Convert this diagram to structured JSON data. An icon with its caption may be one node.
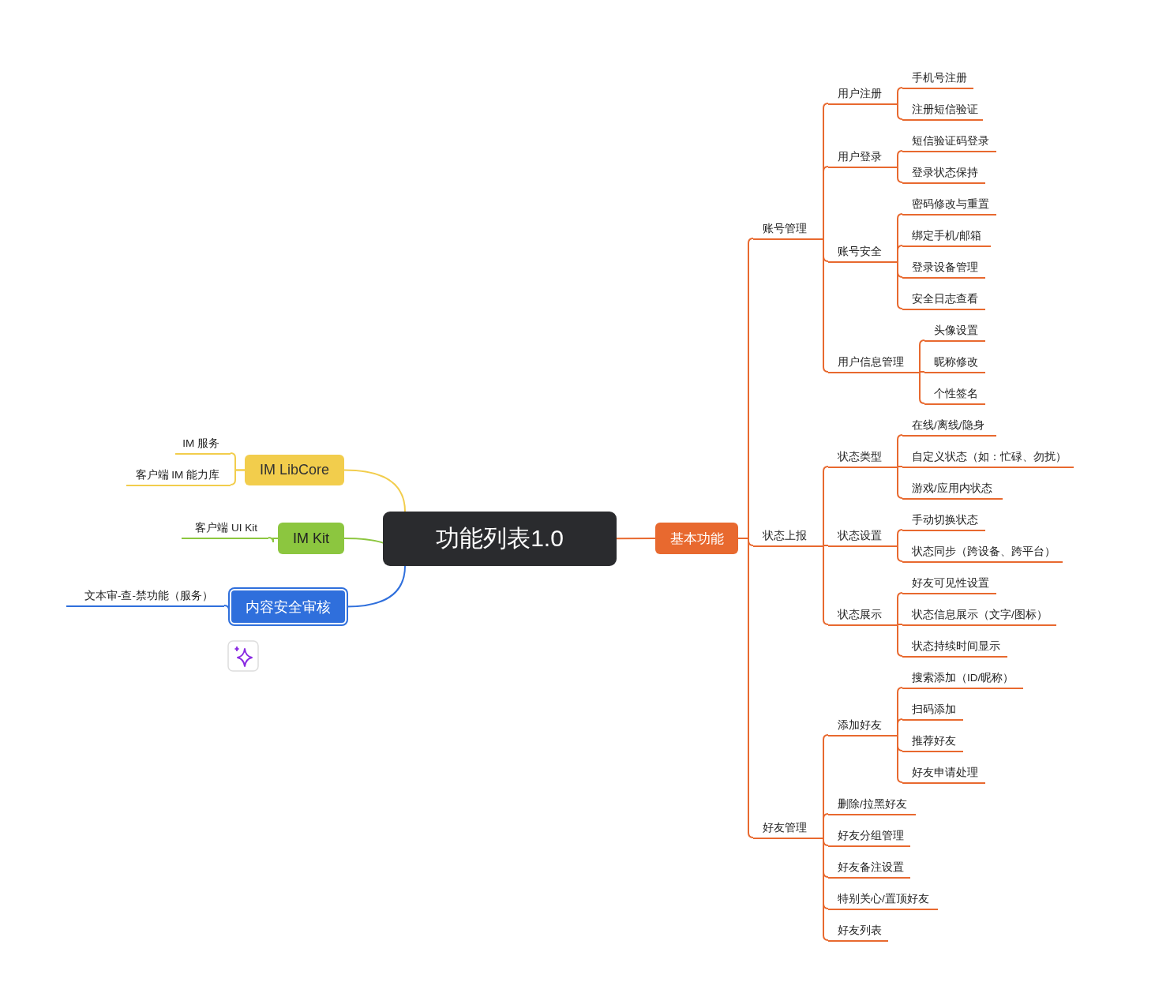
{
  "diagram": {
    "nodes": [
      {
        "text": [
          "功能列表1.0"
        ]
      },
      {
        "text": [
          "基本功能"
        ]
      },
      {
        "text": [
          "账号管理"
        ]
      },
      {
        "text": [
          "用户注册"
        ]
      },
      {
        "text": [
          "手机号注册"
        ]
      },
      {
        "text": [
          "注册短信验证"
        ]
      },
      {
        "text": [
          "用户登录"
        ]
      },
      {
        "text": [
          "短信验证码登录"
        ]
      },
      {
        "text": [
          "登录状态保持"
        ]
      },
      {
        "text": [
          "账号安全"
        ]
      },
      {
        "text": [
          "密码修改与重置"
        ]
      },
      {
        "text": [
          "绑定手机/邮箱"
        ]
      },
      {
        "text": [
          "登录设备管理"
        ]
      },
      {
        "text": [
          "安全日志查看"
        ]
      },
      {
        "text": [
          "用户信息管理"
        ]
      },
      {
        "text": [
          "头像设置"
        ]
      },
      {
        "text": [
          "昵称修改"
        ]
      },
      {
        "text": [
          "个性签名"
        ]
      },
      {
        "text": [
          "状态上报"
        ]
      },
      {
        "text": [
          "状态类型"
        ]
      },
      {
        "text": [
          "在线/离线/隐身"
        ]
      },
      {
        "text": [
          "自定义状态（如：忙碌、勿扰）"
        ]
      },
      {
        "text": [
          "游戏/应用内状态"
        ]
      },
      {
        "text": [
          "状态设置"
        ]
      },
      {
        "text": [
          "手动切换状态"
        ]
      },
      {
        "text": [
          "状态同步（跨设备、跨平台）"
        ]
      },
      {
        "text": [
          "状态展示"
        ]
      },
      {
        "text": [
          "好友可见性设置"
        ]
      },
      {
        "text": [
          "状态信息展示（文字/图标）"
        ]
      },
      {
        "text": [
          "状态持续时间显示"
        ]
      },
      {
        "text": [
          "好友管理"
        ]
      },
      {
        "text": [
          "添加好友"
        ]
      },
      {
        "text": [
          "搜索添加（ID/昵称）"
        ]
      },
      {
        "text": [
          "扫码添加"
        ]
      },
      {
        "text": [
          "推荐好友"
        ]
      },
      {
        "text": [
          "好友申请处理"
        ]
      },
      {
        "text": [
          "删除/拉黑好友"
        ]
      },
      {
        "text": [
          "好友分组管理"
        ]
      },
      {
        "text": [
          "好友备注设置"
        ]
      },
      {
        "text": [
          "特别关心/置顶好友"
        ]
      },
      {
        "text": [
          "好友列表"
        ]
      },
      {
        "text": [
          "IM LibCore"
        ]
      },
      {
        "text": [
          "IM 服务"
        ]
      },
      {
        "text": [
          "客户端 IM 能力库"
        ]
      },
      {
        "text": [
          "IM Kit"
        ]
      },
      {
        "text": [
          "客户端 UI Kit"
        ]
      },
      {
        "text": [
          "内容安全审核"
        ]
      },
      {
        "text": [
          "文本审-查-禁功能（服务）"
        ]
      }
    ],
    "edges": [
      {
        "from": 0,
        "to": 1,
        "arrow": "none"
      },
      {
        "from": 1,
        "to": 2,
        "arrow": "none"
      },
      {
        "from": 2,
        "to": 3,
        "arrow": "none"
      },
      {
        "from": 3,
        "to": 4,
        "arrow": "none"
      },
      {
        "from": 3,
        "to": 5,
        "arrow": "none"
      },
      {
        "from": 2,
        "to": 6,
        "arrow": "none"
      },
      {
        "from": 6,
        "to": 7,
        "arrow": "none"
      },
      {
        "from": 6,
        "to": 8,
        "arrow": "none"
      },
      {
        "from": 2,
        "to": 9,
        "arrow": "none"
      },
      {
        "from": 9,
        "to": 10,
        "arrow": "none"
      },
      {
        "from": 9,
        "to": 11,
        "arrow": "none"
      },
      {
        "from": 9,
        "to": 12,
        "arrow": "none"
      },
      {
        "from": 9,
        "to": 13,
        "arrow": "none"
      },
      {
        "from": 2,
        "to": 14,
        "arrow": "none"
      },
      {
        "from": 14,
        "to": 15,
        "arrow": "none"
      },
      {
        "from": 14,
        "to": 16,
        "arrow": "none"
      },
      {
        "from": 14,
        "to": 17,
        "arrow": "none"
      },
      {
        "from": 1,
        "to": 18,
        "arrow": "none"
      },
      {
        "from": 18,
        "to": 19,
        "arrow": "none"
      },
      {
        "from": 19,
        "to": 20,
        "arrow": "none"
      },
      {
        "from": 19,
        "to": 21,
        "arrow": "none"
      },
      {
        "from": 19,
        "to": 22,
        "arrow": "none"
      },
      {
        "from": 18,
        "to": 23,
        "arrow": "none"
      },
      {
        "from": 23,
        "to": 24,
        "arrow": "none"
      },
      {
        "from": 23,
        "to": 25,
        "arrow": "none"
      },
      {
        "from": 18,
        "to": 26,
        "arrow": "none"
      },
      {
        "from": 26,
        "to": 27,
        "arrow": "none"
      },
      {
        "from": 26,
        "to": 28,
        "arrow": "none"
      },
      {
        "from": 26,
        "to": 29,
        "arrow": "none"
      },
      {
        "from": 1,
        "to": 30,
        "arrow": "none"
      },
      {
        "from": 30,
        "to": 31,
        "arrow": "none"
      },
      {
        "from": 31,
        "to": 32,
        "arrow": "none"
      },
      {
        "from": 31,
        "to": 33,
        "arrow": "none"
      },
      {
        "from": 31,
        "to": 34,
        "arrow": "none"
      },
      {
        "from": 31,
        "to": 35,
        "arrow": "none"
      },
      {
        "from": 30,
        "to": 36,
        "arrow": "none"
      },
      {
        "from": 30,
        "to": 37,
        "arrow": "none"
      },
      {
        "from": 30,
        "to": 38,
        "arrow": "none"
      },
      {
        "from": 30,
        "to": 39,
        "arrow": "none"
      },
      {
        "from": 30,
        "to": 40,
        "arrow": "none"
      },
      {
        "from": 0,
        "to": 41,
        "arrow": "none",
        "color": "#f2cd4c"
      },
      {
        "from": 41,
        "to": 42,
        "arrow": "none",
        "color": "#f2cd4c"
      },
      {
        "from": 41,
        "to": 43,
        "arrow": "none",
        "color": "#f2cd4c"
      },
      {
        "from": 0,
        "to": 44,
        "arrow": "none",
        "color": "#8cc63f"
      },
      {
        "from": 44,
        "to": 45,
        "arrow": "none",
        "color": "#8cc63f"
      },
      {
        "from": 0,
        "to": 46,
        "arrow": "none",
        "color": "#2f6fdc"
      },
      {
        "from": 46,
        "to": 47,
        "arrow": "none",
        "color": "#2f6fdc"
      }
    ]
  }
}
